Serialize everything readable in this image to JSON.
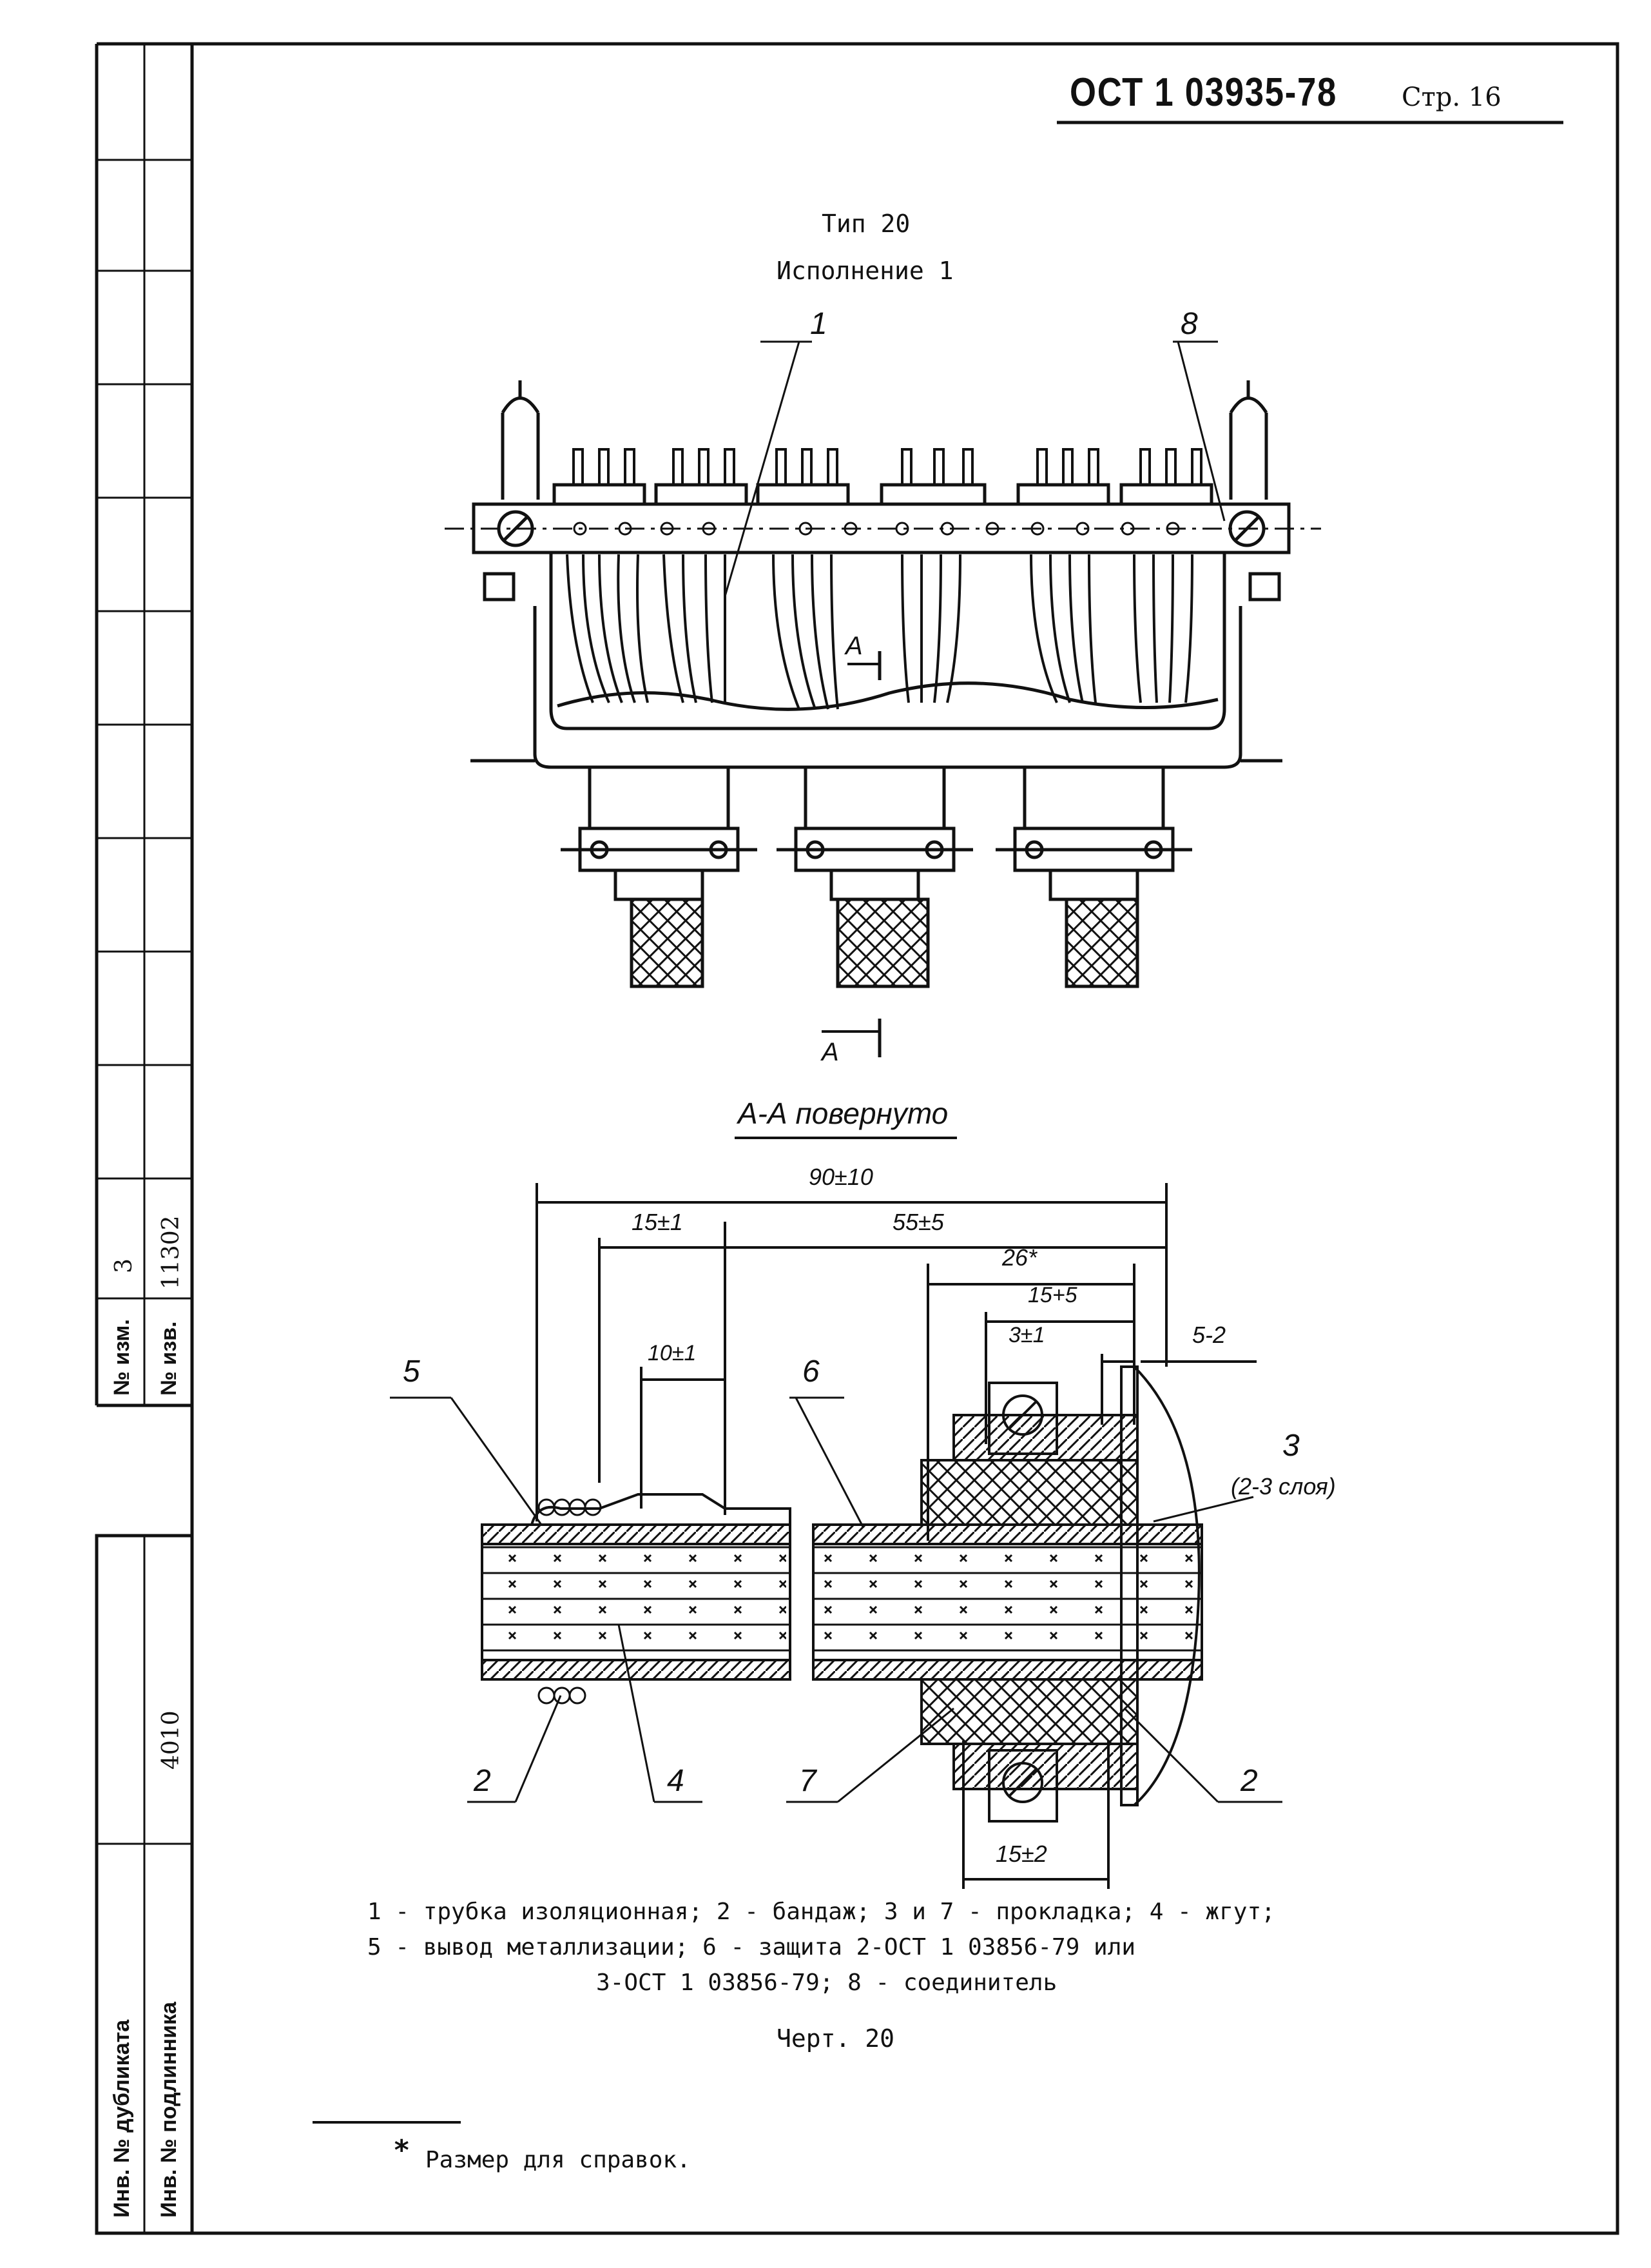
{
  "header": {
    "standard": "ОСТ 1 03935-78",
    "page_label": "Стр. 16"
  },
  "drawing": {
    "type_label": "Тип 20",
    "variant_label": "Исполнение 1",
    "section_title": "А-А повернуто",
    "section_marker": "А",
    "callouts_top": [
      "1",
      "8"
    ],
    "callouts_section": [
      "5",
      "6",
      "3",
      "(2-3 слоя)",
      "2",
      "4",
      "7",
      "2"
    ],
    "dimensions": {
      "overall": "90±10",
      "d15": "15±1",
      "d55": "55±5",
      "d26": "26*",
      "d15p": "15+5",
      "d3": "3±1",
      "d5": "5-2",
      "d10": "10±1",
      "d15b": "15±2"
    }
  },
  "legend": {
    "line1": "1 - трубка изоляционная; 2 - бандаж; 3 и 7 - прокладка; 4 - жгут;",
    "line2": "5 - вывод металлизации; 6 - защита 2-ОСТ 1 03856-79 или",
    "line3": "3-ОСТ 1 03856-79; 8 - соединитель"
  },
  "figure_caption": "Черт. 20",
  "footnote": {
    "mark": "*",
    "text": "Размер для справок."
  },
  "stamp": {
    "change_no_label": "№ изм.",
    "change_no_value": "3",
    "notice_no_label": "№ изв.",
    "notice_no_value": "11302",
    "duplicate_inv_label": "Инв. № дубликата",
    "original_inv_label": "Инв. № подлинника",
    "original_inv_value": "4010"
  },
  "colors": {
    "ink": "#111111",
    "paper": "#ffffff"
  }
}
